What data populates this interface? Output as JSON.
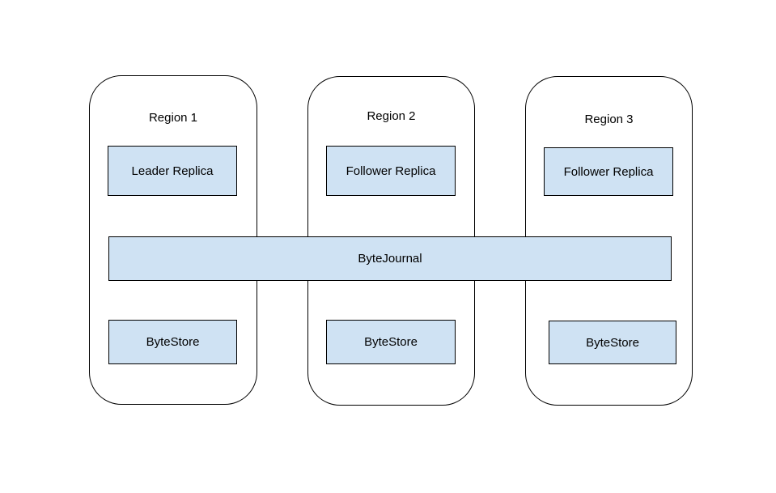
{
  "diagram": {
    "background_color": "#ffffff",
    "node_fill_color": "#cfe2f3",
    "node_border_color": "#000000",
    "journal": {
      "label": "ByteJournal"
    },
    "regions": [
      {
        "title": "Region 1",
        "replica_label": "Leader Replica",
        "store_label": "ByteStore"
      },
      {
        "title": "Region 2",
        "replica_label": "Follower Replica",
        "store_label": "ByteStore"
      },
      {
        "title": "Region 3",
        "replica_label": "Follower Replica",
        "store_label": "ByteStore"
      }
    ]
  }
}
